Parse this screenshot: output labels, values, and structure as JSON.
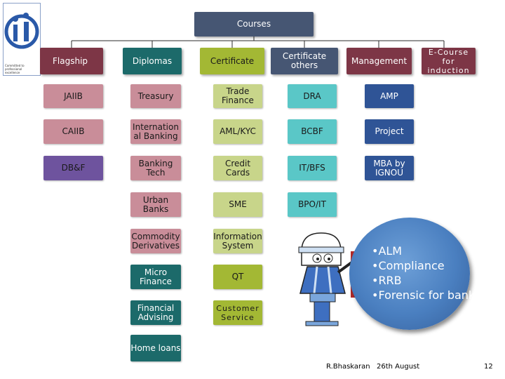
{
  "title": "Courses",
  "logo": {
    "caption": "Committed to professional excellence"
  },
  "categories": [
    {
      "label": "Flagship"
    },
    {
      "label": "Diplomas"
    },
    {
      "label": "Certificate"
    },
    {
      "label": "Certificate others"
    },
    {
      "label": "Management"
    },
    {
      "label": "E-Course for induction"
    }
  ],
  "flagship": [
    "JAIIB",
    "CAIIB",
    "DB&F"
  ],
  "diplomas": [
    "Treasury",
    "Internation al Banking",
    "Banking Tech",
    "Urban Banks",
    "Commodity Derivatives",
    "Micro Finance",
    "Financial Advising",
    "Home loans"
  ],
  "certificate": [
    "Trade Finance",
    "AML/KYC",
    "Credit Cards",
    "SME",
    "Information System",
    "QT",
    "Customer Service"
  ],
  "certificate_others": [
    "DRA",
    "BCBF",
    "IT/BFS",
    "BPO/IT"
  ],
  "management": [
    "AMP",
    "Project",
    "MBA by IGNOU"
  ],
  "ecourse_topics": [
    "ALM",
    "Compliance",
    "RRB",
    "Forensic for banks"
  ],
  "footer": {
    "author": "R.Bhaskaran",
    "date": "26th August",
    "page": "12"
  }
}
